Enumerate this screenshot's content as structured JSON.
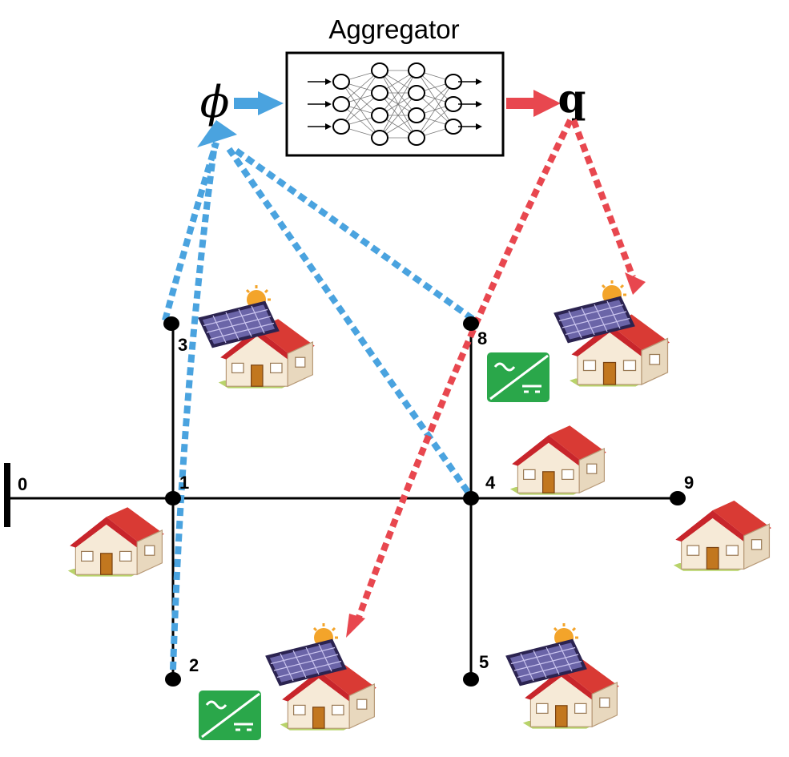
{
  "aggregator": {
    "label": "Aggregator"
  },
  "symbols": {
    "input": "ϕ",
    "output": "q"
  },
  "colors": {
    "input_arrow": "#4aa3df",
    "output_arrow": "#e8474f",
    "line": "#000000",
    "roof": "#c8252b",
    "wall": "#f6ead7",
    "panel": "#6b65a8",
    "inverter": "#2aa74a",
    "sun": "#f3a42a"
  },
  "nodes": [
    {
      "id": "0",
      "label": "0",
      "type": "substation"
    },
    {
      "id": "1",
      "label": "1"
    },
    {
      "id": "2",
      "label": "2"
    },
    {
      "id": "3",
      "label": "3"
    },
    {
      "id": "4",
      "label": "4"
    },
    {
      "id": "5",
      "label": "5"
    },
    {
      "id": "8",
      "label": "8"
    },
    {
      "id": "9",
      "label": "9"
    }
  ],
  "edges": [
    [
      "0",
      "1"
    ],
    [
      "1",
      "4"
    ],
    [
      "4",
      "9"
    ],
    [
      "1",
      "3"
    ],
    [
      "1",
      "2"
    ],
    [
      "4",
      "8"
    ],
    [
      "4",
      "5"
    ]
  ],
  "houses": [
    {
      "node": "3",
      "solar": true,
      "inverter": false
    },
    {
      "node": "8",
      "solar": true,
      "inverter": true
    },
    {
      "node": "4",
      "solar": false,
      "inverter": false
    },
    {
      "node": "9",
      "solar": false,
      "inverter": false
    },
    {
      "node": "1",
      "solar": false,
      "inverter": false
    },
    {
      "node": "2",
      "solar": true,
      "inverter": true
    },
    {
      "node": "5",
      "solar": true,
      "inverter": false
    }
  ],
  "measurement_links": [
    "3",
    "2",
    "8",
    "4"
  ],
  "control_links": [
    "2",
    "8"
  ]
}
